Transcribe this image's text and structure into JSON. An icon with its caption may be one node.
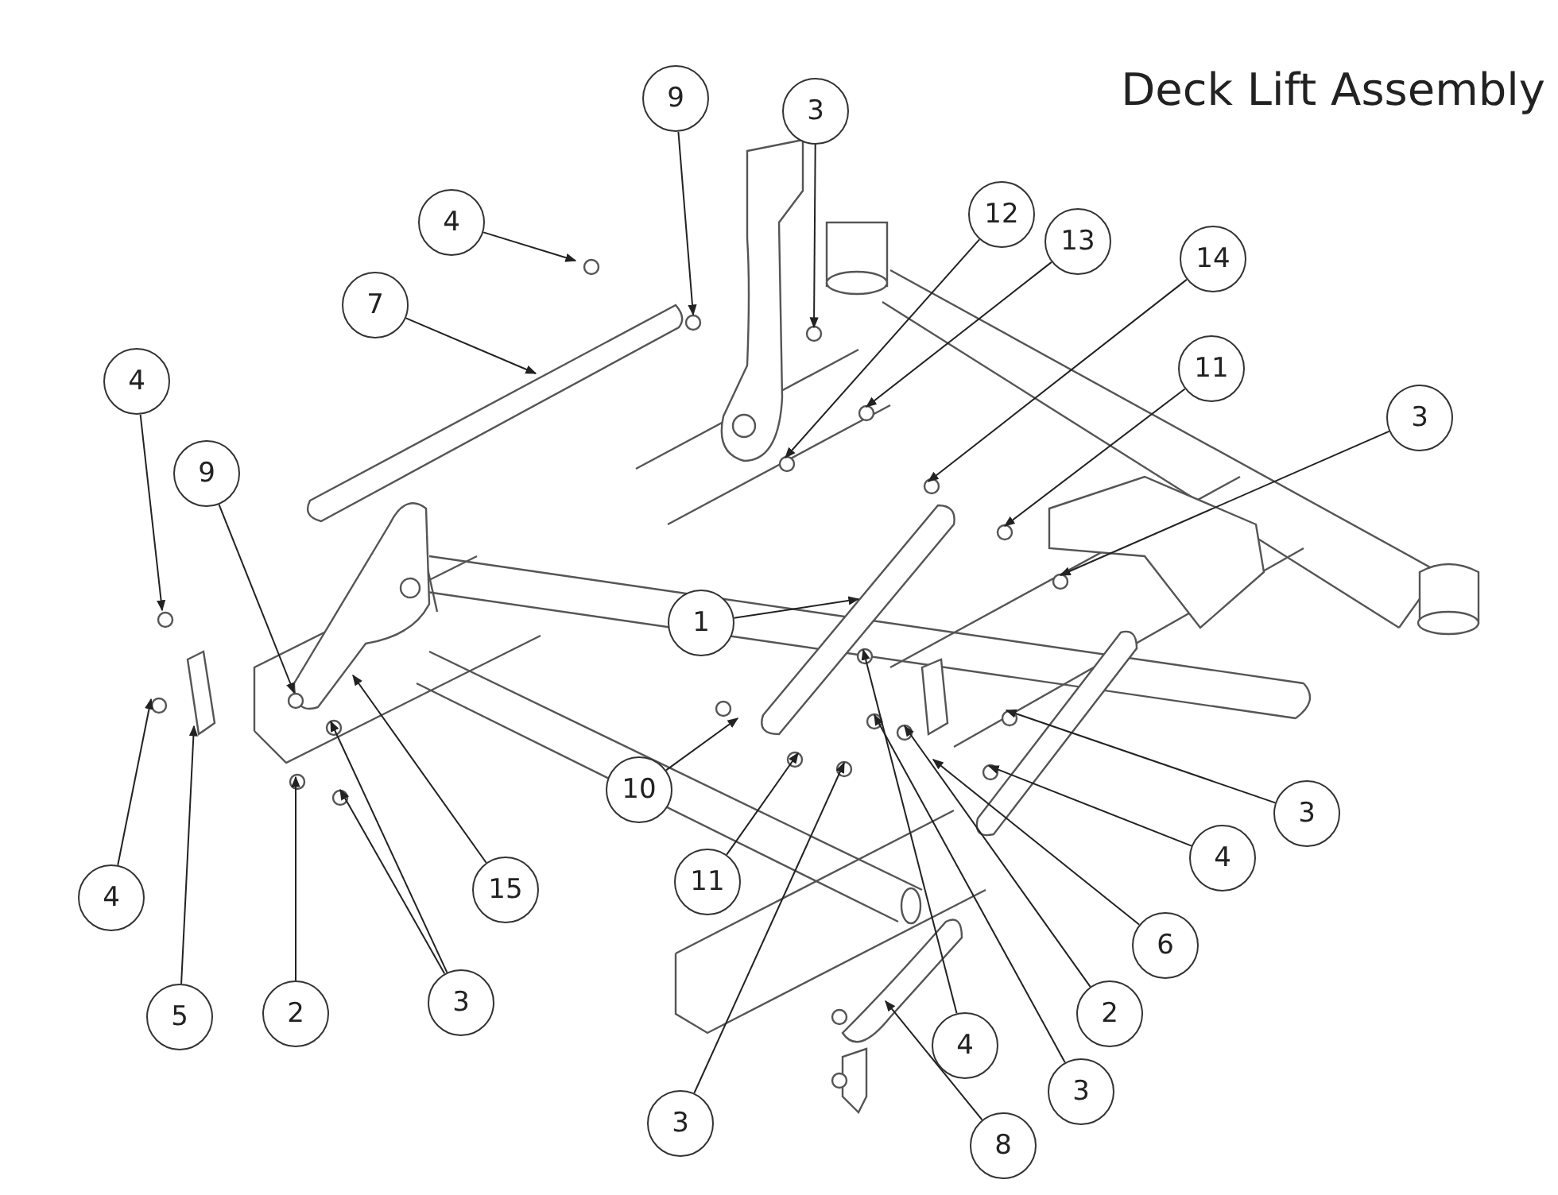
{
  "diagram": {
    "title": "Deck Lift Assembly",
    "nodes": [
      {
        "text": [
          "9"
        ]
      },
      {
        "text": [
          "3"
        ]
      },
      {
        "text": [
          "4"
        ]
      },
      {
        "text": [
          "12"
        ]
      },
      {
        "text": [
          "13"
        ]
      },
      {
        "text": [
          "14"
        ]
      },
      {
        "text": [
          "7"
        ]
      },
      {
        "text": [
          "11"
        ]
      },
      {
        "text": [
          "4"
        ]
      },
      {
        "text": [
          "3"
        ]
      },
      {
        "text": [
          "9"
        ]
      },
      {
        "text": [
          "1"
        ]
      },
      {
        "text": [
          "10"
        ]
      },
      {
        "text": [
          "3"
        ]
      },
      {
        "text": [
          "4"
        ]
      },
      {
        "text": [
          "11"
        ]
      },
      {
        "text": [
          "15"
        ]
      },
      {
        "text": [
          "4"
        ]
      },
      {
        "text": [
          "6"
        ]
      },
      {
        "text": [
          "3"
        ]
      },
      {
        "text": [
          "2"
        ]
      },
      {
        "text": [
          "2"
        ]
      },
      {
        "text": [
          "5"
        ]
      },
      {
        "text": [
          "4"
        ]
      },
      {
        "text": [
          "3"
        ]
      },
      {
        "text": [
          "3"
        ]
      },
      {
        "text": [
          "8"
        ]
      }
    ],
    "edges": [
      {
        "from": 0,
        "to": null,
        "arrow": "to"
      },
      {
        "from": 1,
        "to": null,
        "arrow": "to"
      },
      {
        "from": 2,
        "to": null,
        "arrow": "to"
      },
      {
        "from": 3,
        "to": null,
        "arrow": "to"
      },
      {
        "from": 4,
        "to": null,
        "arrow": "to"
      },
      {
        "from": 5,
        "to": null,
        "arrow": "to"
      },
      {
        "from": 6,
        "to": null,
        "arrow": "to"
      },
      {
        "from": 7,
        "to": null,
        "arrow": "to"
      },
      {
        "from": 8,
        "to": null,
        "arrow": "to"
      },
      {
        "from": 9,
        "to": null,
        "arrow": "to"
      },
      {
        "from": 10,
        "to": null,
        "arrow": "to"
      },
      {
        "from": 11,
        "to": null,
        "arrow": "to"
      },
      {
        "from": 12,
        "to": null,
        "arrow": "to"
      },
      {
        "from": 13,
        "to": null,
        "arrow": "to"
      },
      {
        "from": 14,
        "to": null,
        "arrow": "to"
      },
      {
        "from": 15,
        "to": null,
        "arrow": "to"
      },
      {
        "from": 16,
        "to": null,
        "arrow": "to"
      },
      {
        "from": 17,
        "to": null,
        "arrow": "to"
      },
      {
        "from": 18,
        "to": null,
        "arrow": "to"
      },
      {
        "from": 19,
        "to": null,
        "arrow": "to"
      },
      {
        "from": 19,
        "to": null,
        "arrow": "to"
      },
      {
        "from": 20,
        "to": null,
        "arrow": "to"
      },
      {
        "from": 21,
        "to": null,
        "arrow": "to"
      },
      {
        "from": 22,
        "to": null,
        "arrow": "to"
      },
      {
        "from": 23,
        "to": null,
        "arrow": "to"
      },
      {
        "from": 24,
        "to": null,
        "arrow": "to"
      },
      {
        "from": 25,
        "to": null,
        "arrow": "to"
      },
      {
        "from": 26,
        "to": null,
        "arrow": "to"
      }
    ]
  }
}
